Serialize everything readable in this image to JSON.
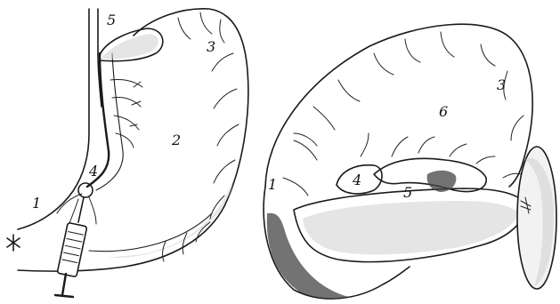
{
  "left_panel": {
    "labels": {
      "l1": "1",
      "l2": "2",
      "l3": "3",
      "l4": "4",
      "l5": "5"
    }
  },
  "right_panel": {
    "labels": {
      "l1": "1",
      "l3": "3",
      "l4": "4",
      "l5": "5",
      "l6": "6"
    }
  }
}
